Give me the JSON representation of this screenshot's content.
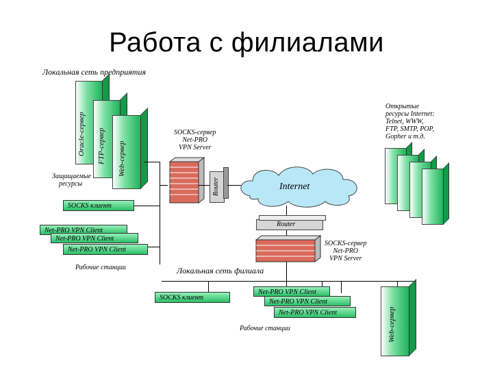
{
  "title": "Работа с филиалами",
  "labels": {
    "enterprise_lan": "Локальная сеть предприятия",
    "protected_resources_1": "Защищаемые",
    "protected_resources_2": "ресурсы",
    "socks_server_top_1": "SOCKS-сервер",
    "socks_server_top_2": "Net-PRO",
    "socks_server_top_3": "VPN Server",
    "open_resources_1": "Открытые",
    "open_resources_2": "ресурсы Internet:",
    "open_resources_3": "Telnet, WWW,",
    "open_resources_4": "FTP, SMTP, POP,",
    "open_resources_5": "Gopher и т.д.",
    "internet": "Internet",
    "router_left": "Router",
    "router_branch": "Router",
    "socks_server_branch_1": "SOCKS-сервер",
    "socks_server_branch_2": "Net-PRO",
    "socks_server_branch_3": "VPN Server",
    "workstations_left": "Рабочие станции",
    "branch_lan": "Локальная сеть филиала",
    "workstations_branch": "Рабочие станции"
  },
  "servers": {
    "oracle": "Oracle-сервер",
    "ftp": "FTP-сервер",
    "web": "Web-сервер",
    "web_branch": "Web-сервер"
  },
  "bars": {
    "socks_client_top": "SOCKS клиент",
    "net_pro_1": "Net-PRO VPN Client",
    "net_pro_2": "Net-PRO VPN Client",
    "net_pro_3": "Net-PRO VPN Client",
    "socks_client_branch": "SOCKS клиент",
    "net_pro_b1": "Net-PRO VPN Client",
    "net_pro_b2": "Net-PRO VPN Client",
    "net_pro_b3": "Net-PRO VPN Client"
  },
  "colors": {
    "server_green": "#1fb35a",
    "cloud_blue": "#a9e3f7",
    "firewall_red": "#c0392b",
    "router_gray": "#d0d0d0"
  }
}
